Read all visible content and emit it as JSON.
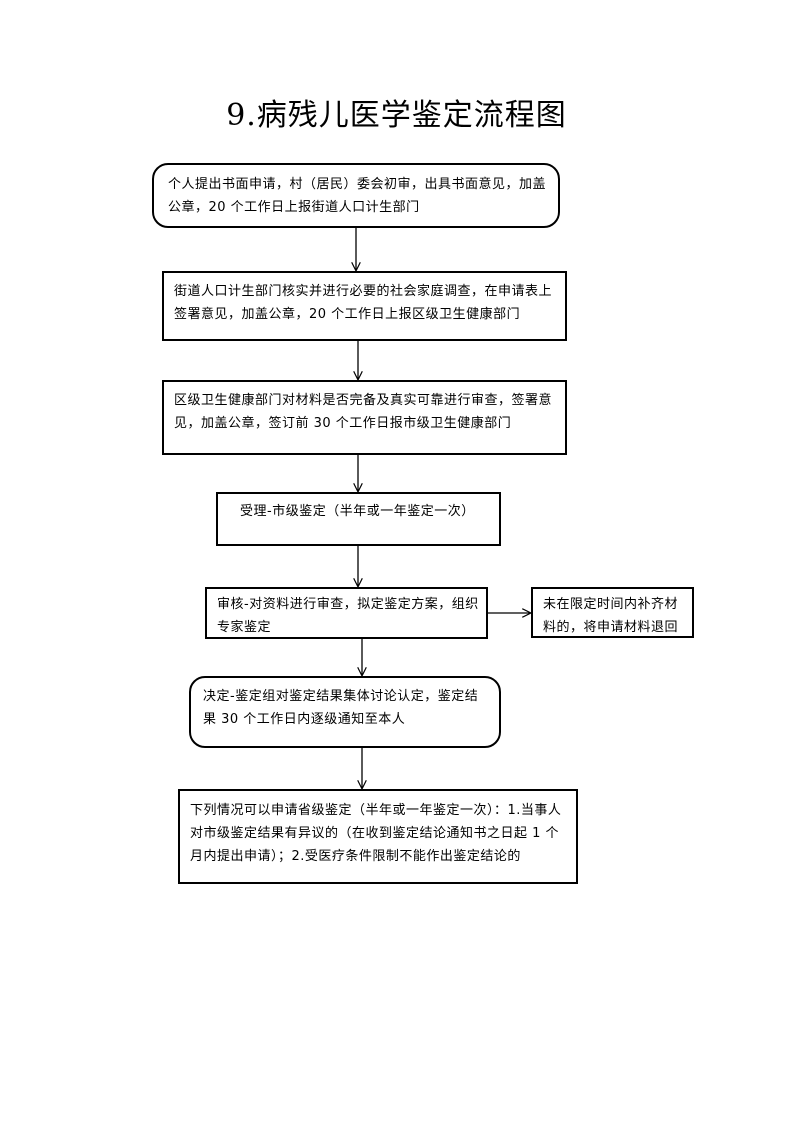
{
  "title": "9.病残儿医学鉴定流程图",
  "steps": {
    "step1": "个人提出书面申请，村（居民）委会初审，出具书面意见，加盖公章，20 个工作日上报街道人口计生部门",
    "step2": "街道人口计生部门核实并进行必要的社会家庭调查，在申请表上签署意见，加盖公章，20 个工作日上报区级卫生健康部门",
    "step3": "区级卫生健康部门对材料是否完备及真实可靠进行审查，签署意见，加盖公章，签订前 30 个工作日报市级卫生健康部门",
    "step4": "受理-市级鉴定（半年或一年鉴定一次）",
    "step5": "审核-对资料进行审查，拟定鉴定方案，组织专家鉴定",
    "side_note": "未在限定时间内补齐材料的，将申请材料退回",
    "step6": "决定-鉴定组对鉴定结果集体讨论认定，鉴定结果 30 个工作日内逐级通知至本人",
    "step7": "下列情况可以申请省级鉴定（半年或一年鉴定一次）：1.当事人对市级鉴定结果有异议的（在收到鉴定结论通知书之日起 1 个月内提出申请）；2.受医疗条件限制不能作出鉴定结论的"
  }
}
